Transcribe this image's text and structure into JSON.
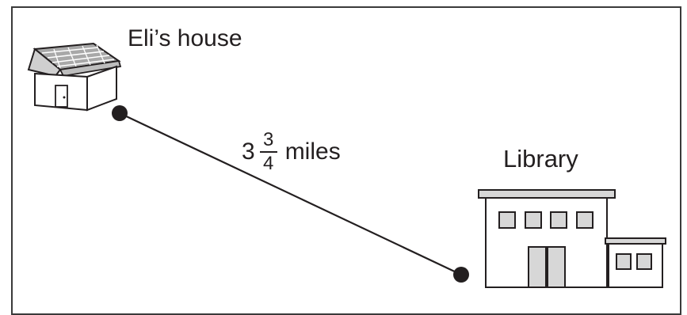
{
  "places": {
    "house": {
      "label": "Eli’s house"
    },
    "library": {
      "label": "Library"
    }
  },
  "distance": {
    "whole": "3",
    "numerator": "3",
    "denominator": "4",
    "unit": "miles"
  },
  "colors": {
    "ink": "#231f20",
    "roof": "#a8a8a8",
    "building_fill": "#d7d7d7",
    "frame": "#3a3a3a"
  }
}
